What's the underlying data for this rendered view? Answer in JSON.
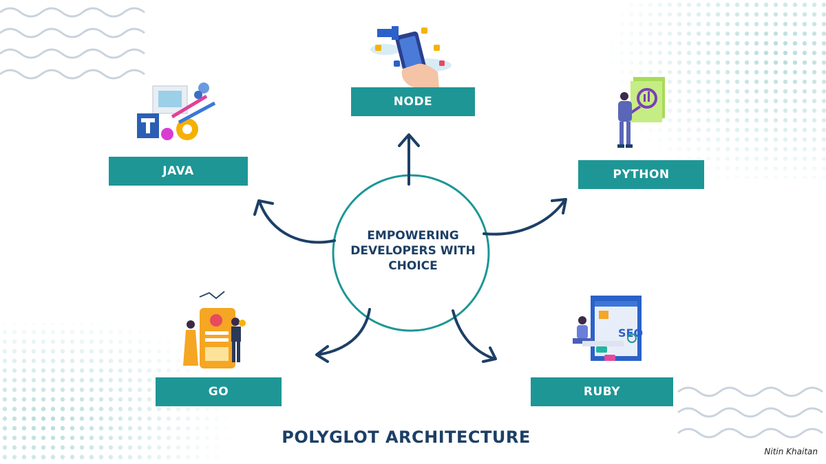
{
  "center": {
    "lines": [
      "EMPOWERING",
      "DEVELOPERS WITH",
      "CHOICE"
    ]
  },
  "languages": {
    "node": "NODE",
    "java": "JAVA",
    "python": "PYTHON",
    "go": "GO",
    "ruby": "RUBY"
  },
  "title": "POLYGLOT ARCHITECTURE",
  "author": "Nitin Khaitan",
  "illustrations": {
    "seo_screen_text": "SEO"
  },
  "colors": {
    "box": "#1e9696",
    "text_dark": "#1d3f66",
    "circle": "#1e9696",
    "arrow": "#1d3f66",
    "pattern_wave": "#c9d3de",
    "pattern_dots": "#b5dcdc"
  }
}
